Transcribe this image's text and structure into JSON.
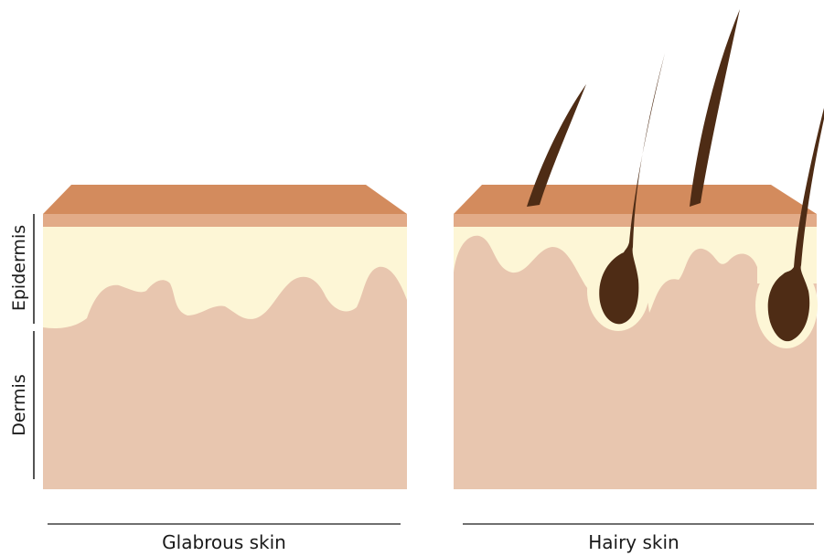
{
  "labels": {
    "epidermis": "Epidermis",
    "dermis": "Dermis"
  },
  "panels": [
    {
      "caption": "Glabrous skin"
    },
    {
      "caption": "Hairy skin"
    }
  ],
  "colors": {
    "skin_top": "#d38b5d",
    "skin_band": "#e2ab88",
    "epidermis": "#fdf6d6",
    "dermis": "#e8c6af",
    "hair": "#4e2c15",
    "line": "#1a1a1a"
  }
}
